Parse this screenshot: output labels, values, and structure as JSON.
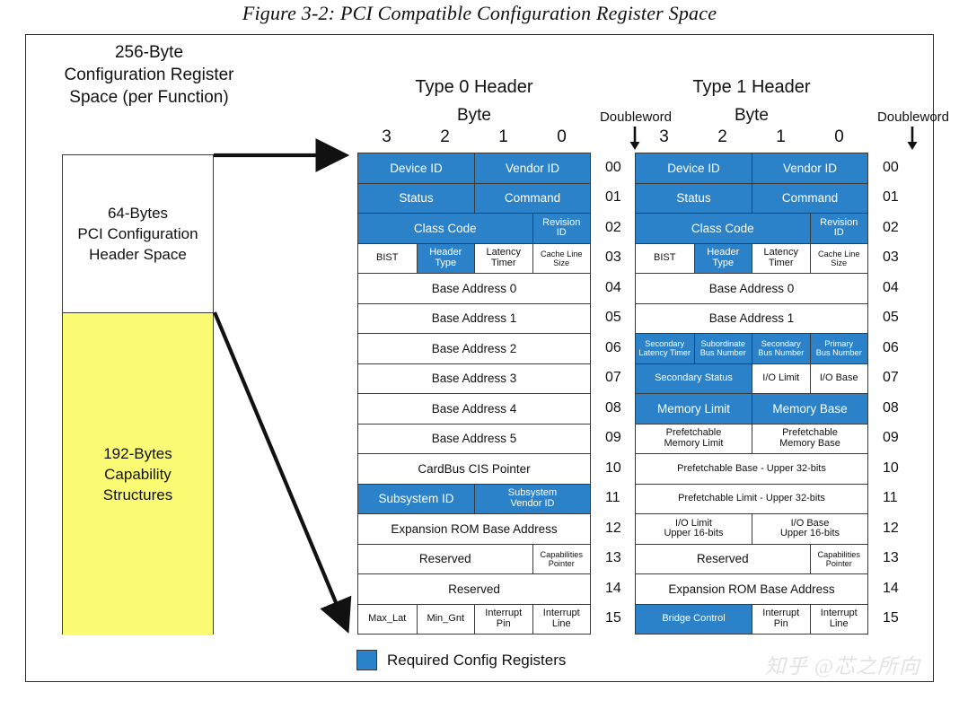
{
  "figure": {
    "title": "Figure 3-2: PCI Compatible Configuration Register Space"
  },
  "left_panel": {
    "caption": "256-Byte\nConfiguration Register\nSpace (per Function)",
    "header_space_label": "64-Bytes\nPCI Configuration\nHeader Space",
    "capability_space_label": "192-Bytes\nCapability\nStructures",
    "capability_fill_color": "#FBFB74"
  },
  "legend": {
    "swatch_color": "#2B82C9",
    "label": "Required Config Registers"
  },
  "watermark": "知乎 @芯之所向",
  "column_headers": {
    "byte_label": "Byte",
    "doubleword_label": "Doubleword",
    "byte_numbers": [
      "3",
      "2",
      "1",
      "0"
    ]
  },
  "doubleword_numbers": [
    "00",
    "01",
    "02",
    "03",
    "04",
    "05",
    "06",
    "07",
    "08",
    "09",
    "10",
    "11",
    "12",
    "13",
    "14",
    "15"
  ],
  "type0": {
    "title": "Type 0 Header",
    "rows": [
      {
        "dw": "00",
        "cells": [
          {
            "label": "Device ID",
            "w": 50,
            "fill": "blue"
          },
          {
            "label": "Vendor ID",
            "w": 50,
            "fill": "blue"
          }
        ]
      },
      {
        "dw": "01",
        "cells": [
          {
            "label": "Status",
            "w": 50,
            "fill": "blue"
          },
          {
            "label": "Command",
            "w": 50,
            "fill": "blue"
          }
        ]
      },
      {
        "dw": "02",
        "cells": [
          {
            "label": "Class Code",
            "w": 75,
            "fill": "blue"
          },
          {
            "label": "Revision\nID",
            "w": 25,
            "fill": "blue",
            "size": "small"
          }
        ]
      },
      {
        "dw": "03",
        "cells": [
          {
            "label": "BIST",
            "w": 25,
            "fill": "white",
            "size": "small"
          },
          {
            "label": "Header\nType",
            "w": 25,
            "fill": "blue",
            "size": "small"
          },
          {
            "label": "Latency\nTimer",
            "w": 25,
            "fill": "white",
            "size": "small"
          },
          {
            "label": "Cache Line\nSize",
            "w": 25,
            "fill": "white",
            "size": "tiny"
          }
        ]
      },
      {
        "dw": "04",
        "cells": [
          {
            "label": "Base Address 0",
            "w": 100,
            "fill": "white"
          }
        ]
      },
      {
        "dw": "05",
        "cells": [
          {
            "label": "Base Address 1",
            "w": 100,
            "fill": "white"
          }
        ]
      },
      {
        "dw": "06",
        "cells": [
          {
            "label": "Base Address 2",
            "w": 100,
            "fill": "white"
          }
        ]
      },
      {
        "dw": "07",
        "cells": [
          {
            "label": "Base Address 3",
            "w": 100,
            "fill": "white"
          }
        ]
      },
      {
        "dw": "08",
        "cells": [
          {
            "label": "Base Address 4",
            "w": 100,
            "fill": "white"
          }
        ]
      },
      {
        "dw": "09",
        "cells": [
          {
            "label": "Base Address 5",
            "w": 100,
            "fill": "white"
          }
        ]
      },
      {
        "dw": "10",
        "cells": [
          {
            "label": "CardBus CIS Pointer",
            "w": 100,
            "fill": "white"
          }
        ]
      },
      {
        "dw": "11",
        "cells": [
          {
            "label": "Subsystem ID",
            "w": 50,
            "fill": "blue"
          },
          {
            "label": "Subsystem\nVendor ID",
            "w": 50,
            "fill": "blue",
            "size": "small"
          }
        ]
      },
      {
        "dw": "12",
        "cells": [
          {
            "label": "Expansion ROM Base Address",
            "w": 100,
            "fill": "white"
          }
        ]
      },
      {
        "dw": "13",
        "cells": [
          {
            "label": "Reserved",
            "w": 75,
            "fill": "white"
          },
          {
            "label": "Capabilities\nPointer",
            "w": 25,
            "fill": "white",
            "size": "tiny"
          }
        ]
      },
      {
        "dw": "14",
        "cells": [
          {
            "label": "Reserved",
            "w": 100,
            "fill": "white"
          }
        ]
      },
      {
        "dw": "15",
        "cells": [
          {
            "label": "Max_Lat",
            "w": 25,
            "fill": "white",
            "size": "small"
          },
          {
            "label": "Min_Gnt",
            "w": 25,
            "fill": "white",
            "size": "small"
          },
          {
            "label": "Interrupt\nPin",
            "w": 25,
            "fill": "white",
            "size": "small"
          },
          {
            "label": "Interrupt\nLine",
            "w": 25,
            "fill": "white",
            "size": "small"
          }
        ]
      }
    ]
  },
  "type1": {
    "title": "Type 1 Header",
    "rows": [
      {
        "dw": "00",
        "cells": [
          {
            "label": "Device ID",
            "w": 50,
            "fill": "blue"
          },
          {
            "label": "Vendor ID",
            "w": 50,
            "fill": "blue"
          }
        ]
      },
      {
        "dw": "01",
        "cells": [
          {
            "label": "Status",
            "w": 50,
            "fill": "blue"
          },
          {
            "label": "Command",
            "w": 50,
            "fill": "blue"
          }
        ]
      },
      {
        "dw": "02",
        "cells": [
          {
            "label": "Class Code",
            "w": 75,
            "fill": "blue"
          },
          {
            "label": "Revision\nID",
            "w": 25,
            "fill": "blue",
            "size": "small"
          }
        ]
      },
      {
        "dw": "03",
        "cells": [
          {
            "label": "BIST",
            "w": 25,
            "fill": "white",
            "size": "small"
          },
          {
            "label": "Header\nType",
            "w": 25,
            "fill": "blue",
            "size": "small"
          },
          {
            "label": "Latency\nTimer",
            "w": 25,
            "fill": "white",
            "size": "small"
          },
          {
            "label": "Cache Line\nSize",
            "w": 25,
            "fill": "white",
            "size": "tiny"
          }
        ]
      },
      {
        "dw": "04",
        "cells": [
          {
            "label": "Base Address 0",
            "w": 100,
            "fill": "white"
          }
        ]
      },
      {
        "dw": "05",
        "cells": [
          {
            "label": "Base Address 1",
            "w": 100,
            "fill": "white"
          }
        ]
      },
      {
        "dw": "06",
        "cells": [
          {
            "label": "Secondary\nLatency Timer",
            "w": 25,
            "fill": "blue",
            "size": "tiny"
          },
          {
            "label": "Subordinate\nBus Number",
            "w": 25,
            "fill": "blue",
            "size": "tiny"
          },
          {
            "label": "Secondary\nBus Number",
            "w": 25,
            "fill": "blue",
            "size": "tiny"
          },
          {
            "label": "Primary\nBus Number",
            "w": 25,
            "fill": "blue",
            "size": "tiny"
          }
        ]
      },
      {
        "dw": "07",
        "cells": [
          {
            "label": "Secondary Status",
            "w": 50,
            "fill": "blue",
            "size": "small"
          },
          {
            "label": "I/O Limit",
            "w": 25,
            "fill": "white",
            "size": "small"
          },
          {
            "label": "I/O Base",
            "w": 25,
            "fill": "white",
            "size": "small"
          }
        ]
      },
      {
        "dw": "08",
        "cells": [
          {
            "label": "Memory Limit",
            "w": 50,
            "fill": "blue"
          },
          {
            "label": "Memory Base",
            "w": 50,
            "fill": "blue"
          }
        ]
      },
      {
        "dw": "09",
        "cells": [
          {
            "label": "Prefetchable\nMemory Limit",
            "w": 50,
            "fill": "white",
            "size": "small"
          },
          {
            "label": "Prefetchable\nMemory Base",
            "w": 50,
            "fill": "white",
            "size": "small"
          }
        ]
      },
      {
        "dw": "10",
        "cells": [
          {
            "label": "Prefetchable Base - Upper 32-bits",
            "w": 100,
            "fill": "white",
            "size": "small"
          }
        ]
      },
      {
        "dw": "11",
        "cells": [
          {
            "label": "Prefetchable Limit - Upper 32-bits",
            "w": 100,
            "fill": "white",
            "size": "small"
          }
        ]
      },
      {
        "dw": "12",
        "cells": [
          {
            "label": "I/O Limit\nUpper 16-bits",
            "w": 50,
            "fill": "white",
            "size": "small"
          },
          {
            "label": "I/O Base\nUpper 16-bits",
            "w": 50,
            "fill": "white",
            "size": "small"
          }
        ]
      },
      {
        "dw": "13",
        "cells": [
          {
            "label": "Reserved",
            "w": 75,
            "fill": "white"
          },
          {
            "label": "Capabilities\nPointer",
            "w": 25,
            "fill": "white",
            "size": "tiny"
          }
        ]
      },
      {
        "dw": "14",
        "cells": [
          {
            "label": "Expansion ROM Base Address",
            "w": 100,
            "fill": "white"
          }
        ]
      },
      {
        "dw": "15",
        "cells": [
          {
            "label": "Bridge Control",
            "w": 50,
            "fill": "blue",
            "size": "small"
          },
          {
            "label": "Interrupt\nPin",
            "w": 25,
            "fill": "white",
            "size": "small"
          },
          {
            "label": "Interrupt\nLine",
            "w": 25,
            "fill": "white",
            "size": "small"
          }
        ]
      }
    ]
  }
}
